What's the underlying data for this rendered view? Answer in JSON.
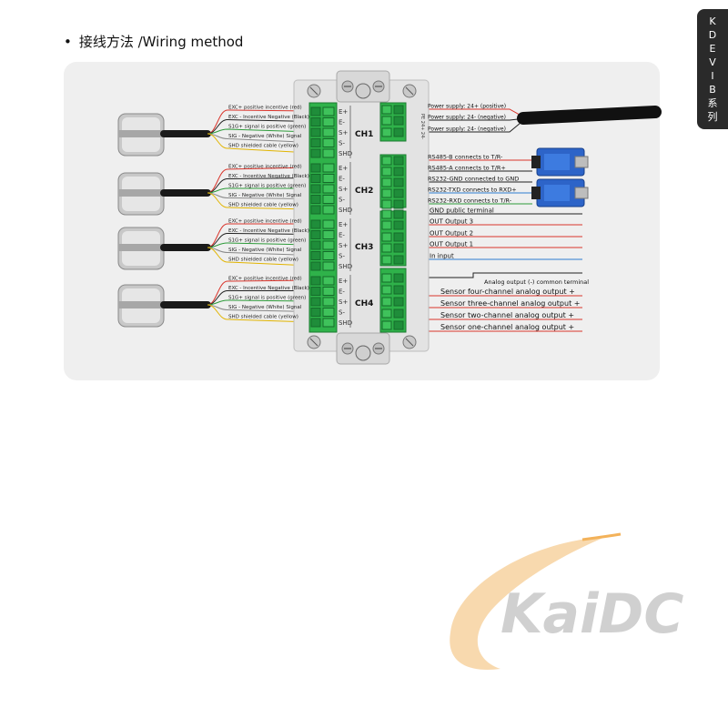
{
  "heading": "接线方法 /Wiring method",
  "side_tab": [
    "K",
    "D",
    "E",
    "V",
    "I",
    "B",
    "系",
    "列"
  ],
  "channels": [
    "CH1",
    "CH2",
    "CH3",
    "CH4"
  ],
  "sensor_wires": [
    "EXC+ positive incentive (red)",
    "EXC - Incentive Negative (Black)",
    "S1G+ signal is positive (green)",
    "SIG - Negative (White) Signal",
    "SHD shielded cable (yellow)"
  ],
  "wire_colors": [
    "#d9342b",
    "#222222",
    "#2e9b3a",
    "#888888",
    "#e1b400"
  ],
  "pin_labels": [
    "E+",
    "E-",
    "S+",
    "S-",
    "SHD"
  ],
  "power_labels": [
    "Power supply: 24+ (positive)",
    "Power supply: 24- (negative)",
    "Power supply: 24- (negative)"
  ],
  "comm_labels": [
    "RS485-B connects to T/R-",
    "RS485-A connects to T/R+",
    "RS232-GND connected to GND",
    "RS232-TXD connects to RXD+",
    "RS232-RXD connects to T/R-"
  ],
  "io_labels": [
    "GND public terminal",
    "OUT Output 3",
    "OUT Output 2",
    "OUT Output 1",
    "In input"
  ],
  "analog_common": "Analog output (-) common terminal",
  "analog_labels": [
    "Sensor four-channel analog output +",
    "Sensor three-channel analog output +",
    "Sensor two-channel analog output +",
    "Sensor one-channel analog output +"
  ],
  "logo_text": "KaiDC",
  "colors": {
    "terminal_green": "#2fb24a",
    "panel_bg": "#efefef",
    "logo_orange": "#f3b25a"
  }
}
